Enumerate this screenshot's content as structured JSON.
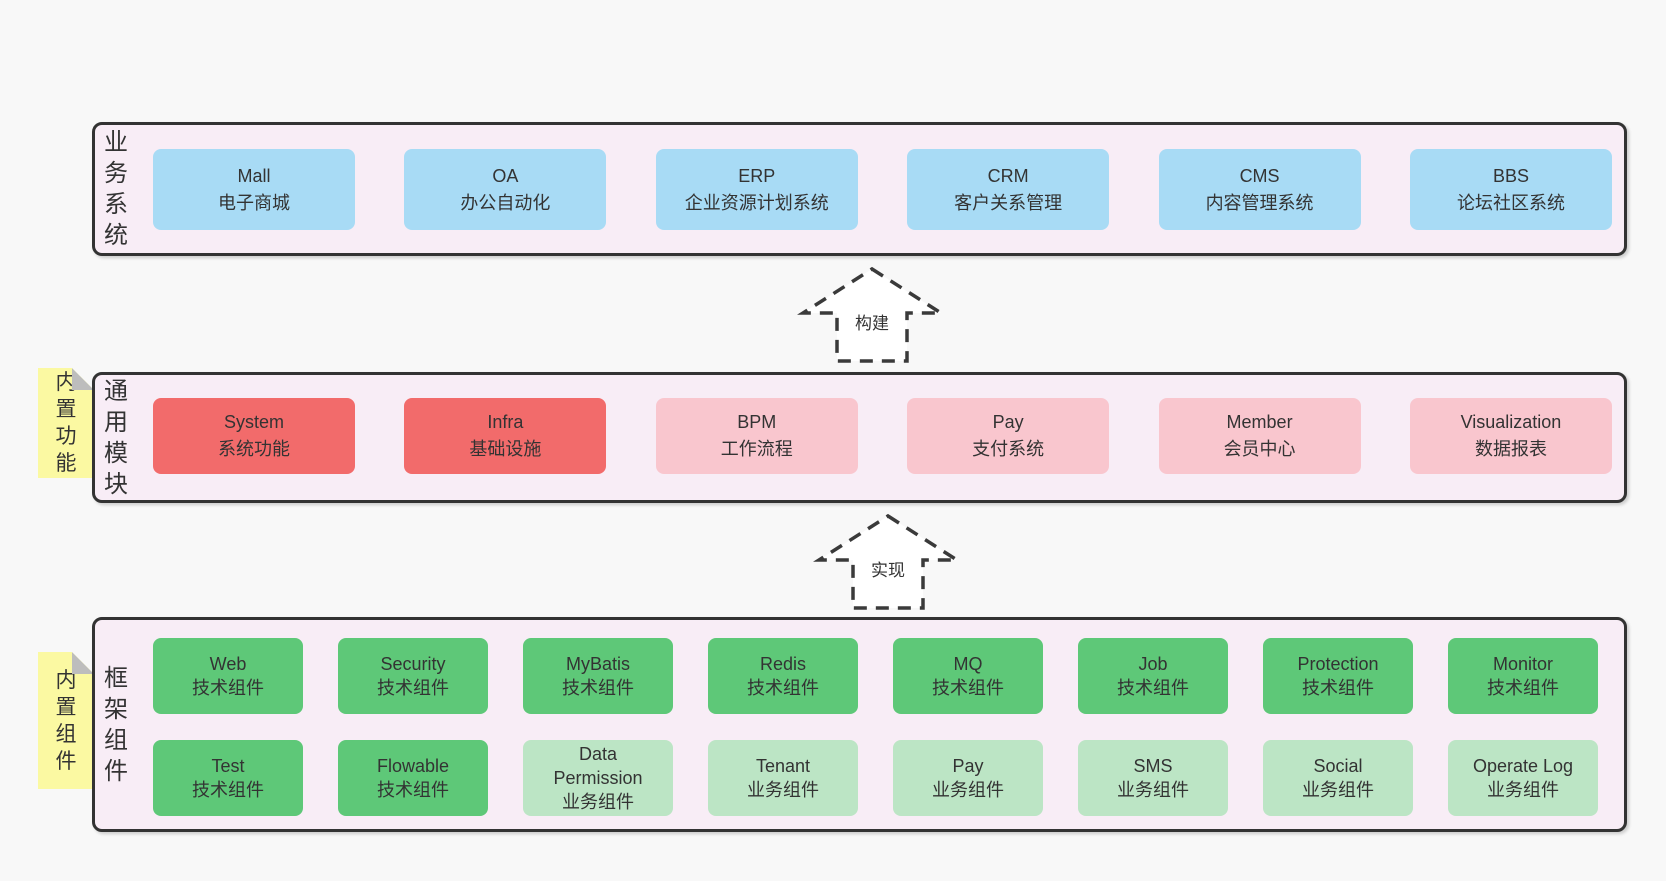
{
  "palette": {
    "background": "#f8f8f8",
    "panel_background": "#f8edf6",
    "panel_border": "#333333",
    "business_box": "#a8dbf5",
    "core_module_box": "#f26b6b",
    "optional_module_box": "#f9c6ce",
    "tech_component_box": "#5ec878",
    "biz_component_box": "#bce5c5",
    "sticky_note": "#fbf9a2",
    "sticky_fold": "#bdbdbd",
    "text": "#333333"
  },
  "arrows": {
    "build": "构建",
    "implement": "实现"
  },
  "sections": {
    "business": {
      "label": "业务系统",
      "boxes": [
        {
          "title": "Mall",
          "subtitle": "电子商城"
        },
        {
          "title": "OA",
          "subtitle": "办公自动化"
        },
        {
          "title": "ERP",
          "subtitle": "企业资源计划系统"
        },
        {
          "title": "CRM",
          "subtitle": "客户关系管理"
        },
        {
          "title": "CMS",
          "subtitle": "内容管理系统"
        },
        {
          "title": "BBS",
          "subtitle": "论坛社区系统"
        }
      ]
    },
    "modules": {
      "label": "通用模块",
      "sticky": "内置功能",
      "boxes": [
        {
          "title": "System",
          "subtitle": "系统功能"
        },
        {
          "title": "Infra",
          "subtitle": "基础设施"
        },
        {
          "title": "BPM",
          "subtitle": "工作流程"
        },
        {
          "title": "Pay",
          "subtitle": "支付系统"
        },
        {
          "title": "Member",
          "subtitle": "会员中心"
        },
        {
          "title": "Visualization",
          "subtitle": "数据报表"
        }
      ]
    },
    "framework": {
      "label": "框架组件",
      "sticky": "内置组件",
      "row1": [
        {
          "title": "Web",
          "subtitle": "技术组件"
        },
        {
          "title": "Security",
          "subtitle": "技术组件"
        },
        {
          "title": "MyBatis",
          "subtitle": "技术组件"
        },
        {
          "title": "Redis",
          "subtitle": "技术组件"
        },
        {
          "title": "MQ",
          "subtitle": "技术组件"
        },
        {
          "title": "Job",
          "subtitle": "技术组件"
        },
        {
          "title": "Protection",
          "subtitle": "技术组件"
        },
        {
          "title": "Monitor",
          "subtitle": "技术组件"
        }
      ],
      "row2": [
        {
          "title": "Test",
          "subtitle": "技术组件"
        },
        {
          "title": "Flowable",
          "subtitle": "技术组件"
        },
        {
          "title": "Data Permission",
          "subtitle": "业务组件"
        },
        {
          "title": "Tenant",
          "subtitle": "业务组件"
        },
        {
          "title": "Pay",
          "subtitle": "业务组件"
        },
        {
          "title": "SMS",
          "subtitle": "业务组件"
        },
        {
          "title": "Social",
          "subtitle": "业务组件"
        },
        {
          "title": "Operate Log",
          "subtitle": "业务组件"
        }
      ]
    }
  }
}
